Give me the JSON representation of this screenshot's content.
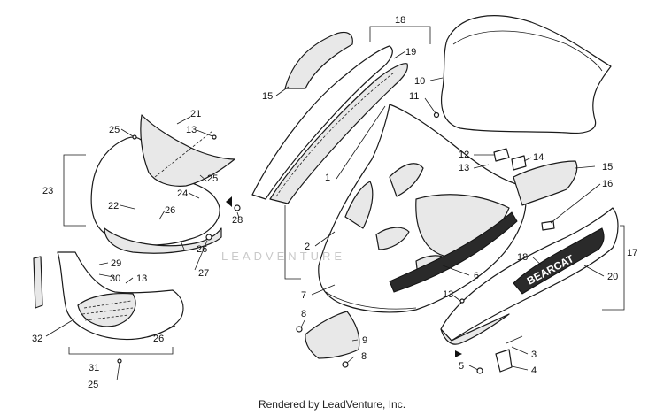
{
  "diagram": {
    "callouts": [
      {
        "id": "c1",
        "label": "1"
      },
      {
        "id": "c2",
        "label": "2"
      },
      {
        "id": "c3",
        "label": "3"
      },
      {
        "id": "c4",
        "label": "4"
      },
      {
        "id": "c5",
        "label": "5"
      },
      {
        "id": "c6",
        "label": "6"
      },
      {
        "id": "c7",
        "label": "7"
      },
      {
        "id": "c8a",
        "label": "8"
      },
      {
        "id": "c8b",
        "label": "8"
      },
      {
        "id": "c9",
        "label": "9"
      },
      {
        "id": "c10",
        "label": "10"
      },
      {
        "id": "c11",
        "label": "11"
      },
      {
        "id": "c12",
        "label": "12"
      },
      {
        "id": "c13a",
        "label": "13"
      },
      {
        "id": "c13b",
        "label": "13"
      },
      {
        "id": "c13c",
        "label": "13"
      },
      {
        "id": "c13d",
        "label": "13"
      },
      {
        "id": "c14",
        "label": "14"
      },
      {
        "id": "c15a",
        "label": "15"
      },
      {
        "id": "c15b",
        "label": "15"
      },
      {
        "id": "c16",
        "label": "16"
      },
      {
        "id": "c17",
        "label": "17"
      },
      {
        "id": "c18a",
        "label": "18"
      },
      {
        "id": "c18b",
        "label": "18"
      },
      {
        "id": "c19",
        "label": "19"
      },
      {
        "id": "c20",
        "label": "20"
      },
      {
        "id": "c21",
        "label": "21"
      },
      {
        "id": "c22",
        "label": "22"
      },
      {
        "id": "c23",
        "label": "23"
      },
      {
        "id": "c24",
        "label": "24"
      },
      {
        "id": "c25a",
        "label": "25"
      },
      {
        "id": "c25b",
        "label": "25"
      },
      {
        "id": "c25c",
        "label": "25"
      },
      {
        "id": "c26a",
        "label": "26"
      },
      {
        "id": "c26b",
        "label": "26"
      },
      {
        "id": "c26c",
        "label": "26"
      },
      {
        "id": "c27",
        "label": "27"
      },
      {
        "id": "c28",
        "label": "28"
      },
      {
        "id": "c29",
        "label": "29"
      },
      {
        "id": "c30",
        "label": "30"
      },
      {
        "id": "c31",
        "label": "31"
      },
      {
        "id": "c32",
        "label": "32"
      }
    ],
    "watermark": "LEADVENTURE",
    "decal_text": "BEARCAT",
    "footer": "Rendered by LeadVenture, Inc."
  }
}
